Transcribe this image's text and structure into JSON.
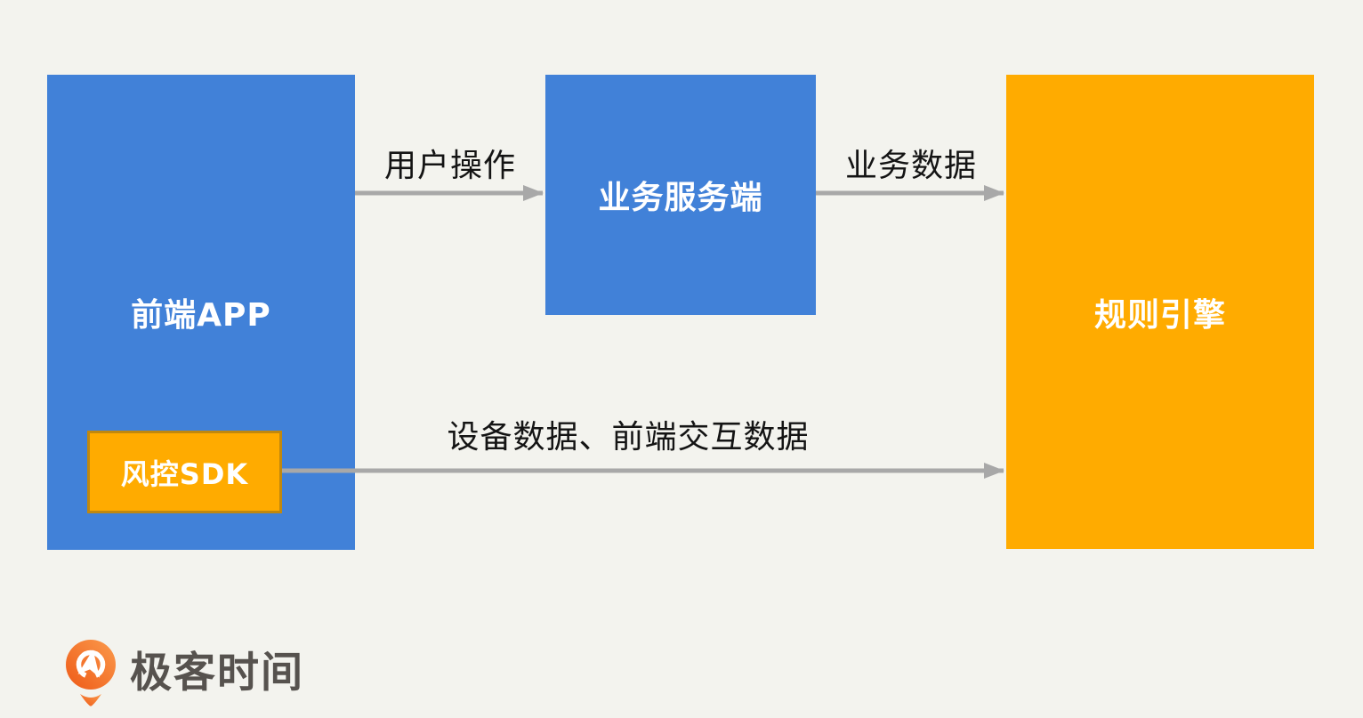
{
  "colors": {
    "bg": "#F3F3EE",
    "blue": "#4181D8",
    "orange": "#FFAB00",
    "sdk_border": "#C0880E",
    "arrow": "#A8A8A8",
    "label_text": "#141414",
    "node_text": "#FFFFFF",
    "logo_text": "#56524E"
  },
  "nodes": {
    "frontend_app": {
      "label": "前端APP"
    },
    "risk_sdk": {
      "label": "风控SDK"
    },
    "business_server": {
      "label": "业务服务端"
    },
    "rule_engine": {
      "label": "规则引擎"
    }
  },
  "edges": {
    "user_action": {
      "label": "用户操作",
      "from": "frontend_app",
      "to": "business_server"
    },
    "business_data": {
      "label": "业务数据",
      "from": "business_server",
      "to": "rule_engine"
    },
    "device_data": {
      "label": "设备数据、前端交互数据",
      "from": "risk_sdk",
      "to": "rule_engine"
    }
  },
  "footer": {
    "brand": "极客时间"
  },
  "icons": {
    "logo": "geektime-pin-icon"
  }
}
